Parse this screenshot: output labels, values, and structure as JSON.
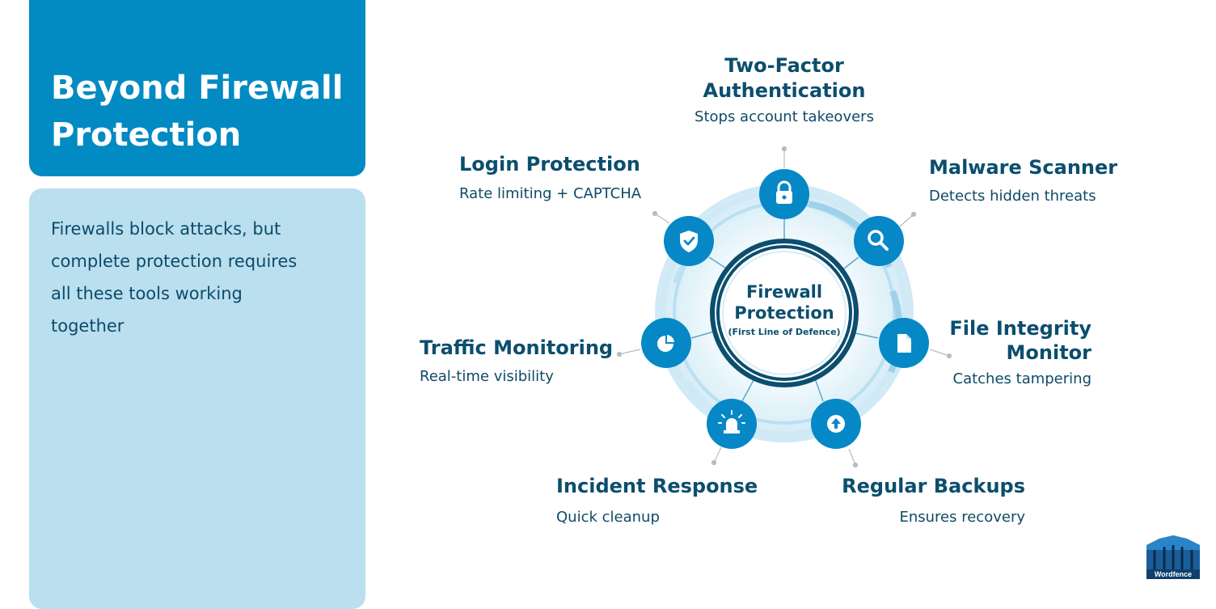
{
  "sidebar": {
    "title": "Beyond Firewall Protection",
    "body": "Firewalls block attacks, but complete protection requires all these tools working together"
  },
  "center": {
    "title_line1": "Firewall",
    "title_line2": "Protection",
    "subtitle": "(First Line of Defence)"
  },
  "items": [
    {
      "title_line1": "Two-Factor",
      "title_line2": "Authentication",
      "subtitle": "Stops account takeovers",
      "icon": "lock-icon"
    },
    {
      "title_line1": "Malware Scanner",
      "subtitle": "Detects hidden threats",
      "icon": "magnifier-icon"
    },
    {
      "title_line1": "File Integrity",
      "title_line2": "Monitor",
      "subtitle": "Catches tampering",
      "icon": "document-icon"
    },
    {
      "title_line1": "Regular Backups",
      "subtitle": "Ensures recovery",
      "icon": "upload-icon"
    },
    {
      "title_line1": "Incident Response",
      "subtitle": "Quick cleanup",
      "icon": "siren-icon"
    },
    {
      "title_line1": "Traffic Monitoring",
      "subtitle": "Real-time visibility",
      "icon": "pie-chart-icon"
    },
    {
      "title_line1": "Login Protection",
      "subtitle": "Rate limiting + CAPTCHA",
      "icon": "shield-check-icon"
    }
  ],
  "logo": {
    "text": "Wordfence",
    "icon": "fortress-logo-icon"
  },
  "colors": {
    "primary": "#028ac2",
    "node": "#0688c6",
    "panel_light": "#badfee",
    "text_dark": "#0b4e6e"
  }
}
